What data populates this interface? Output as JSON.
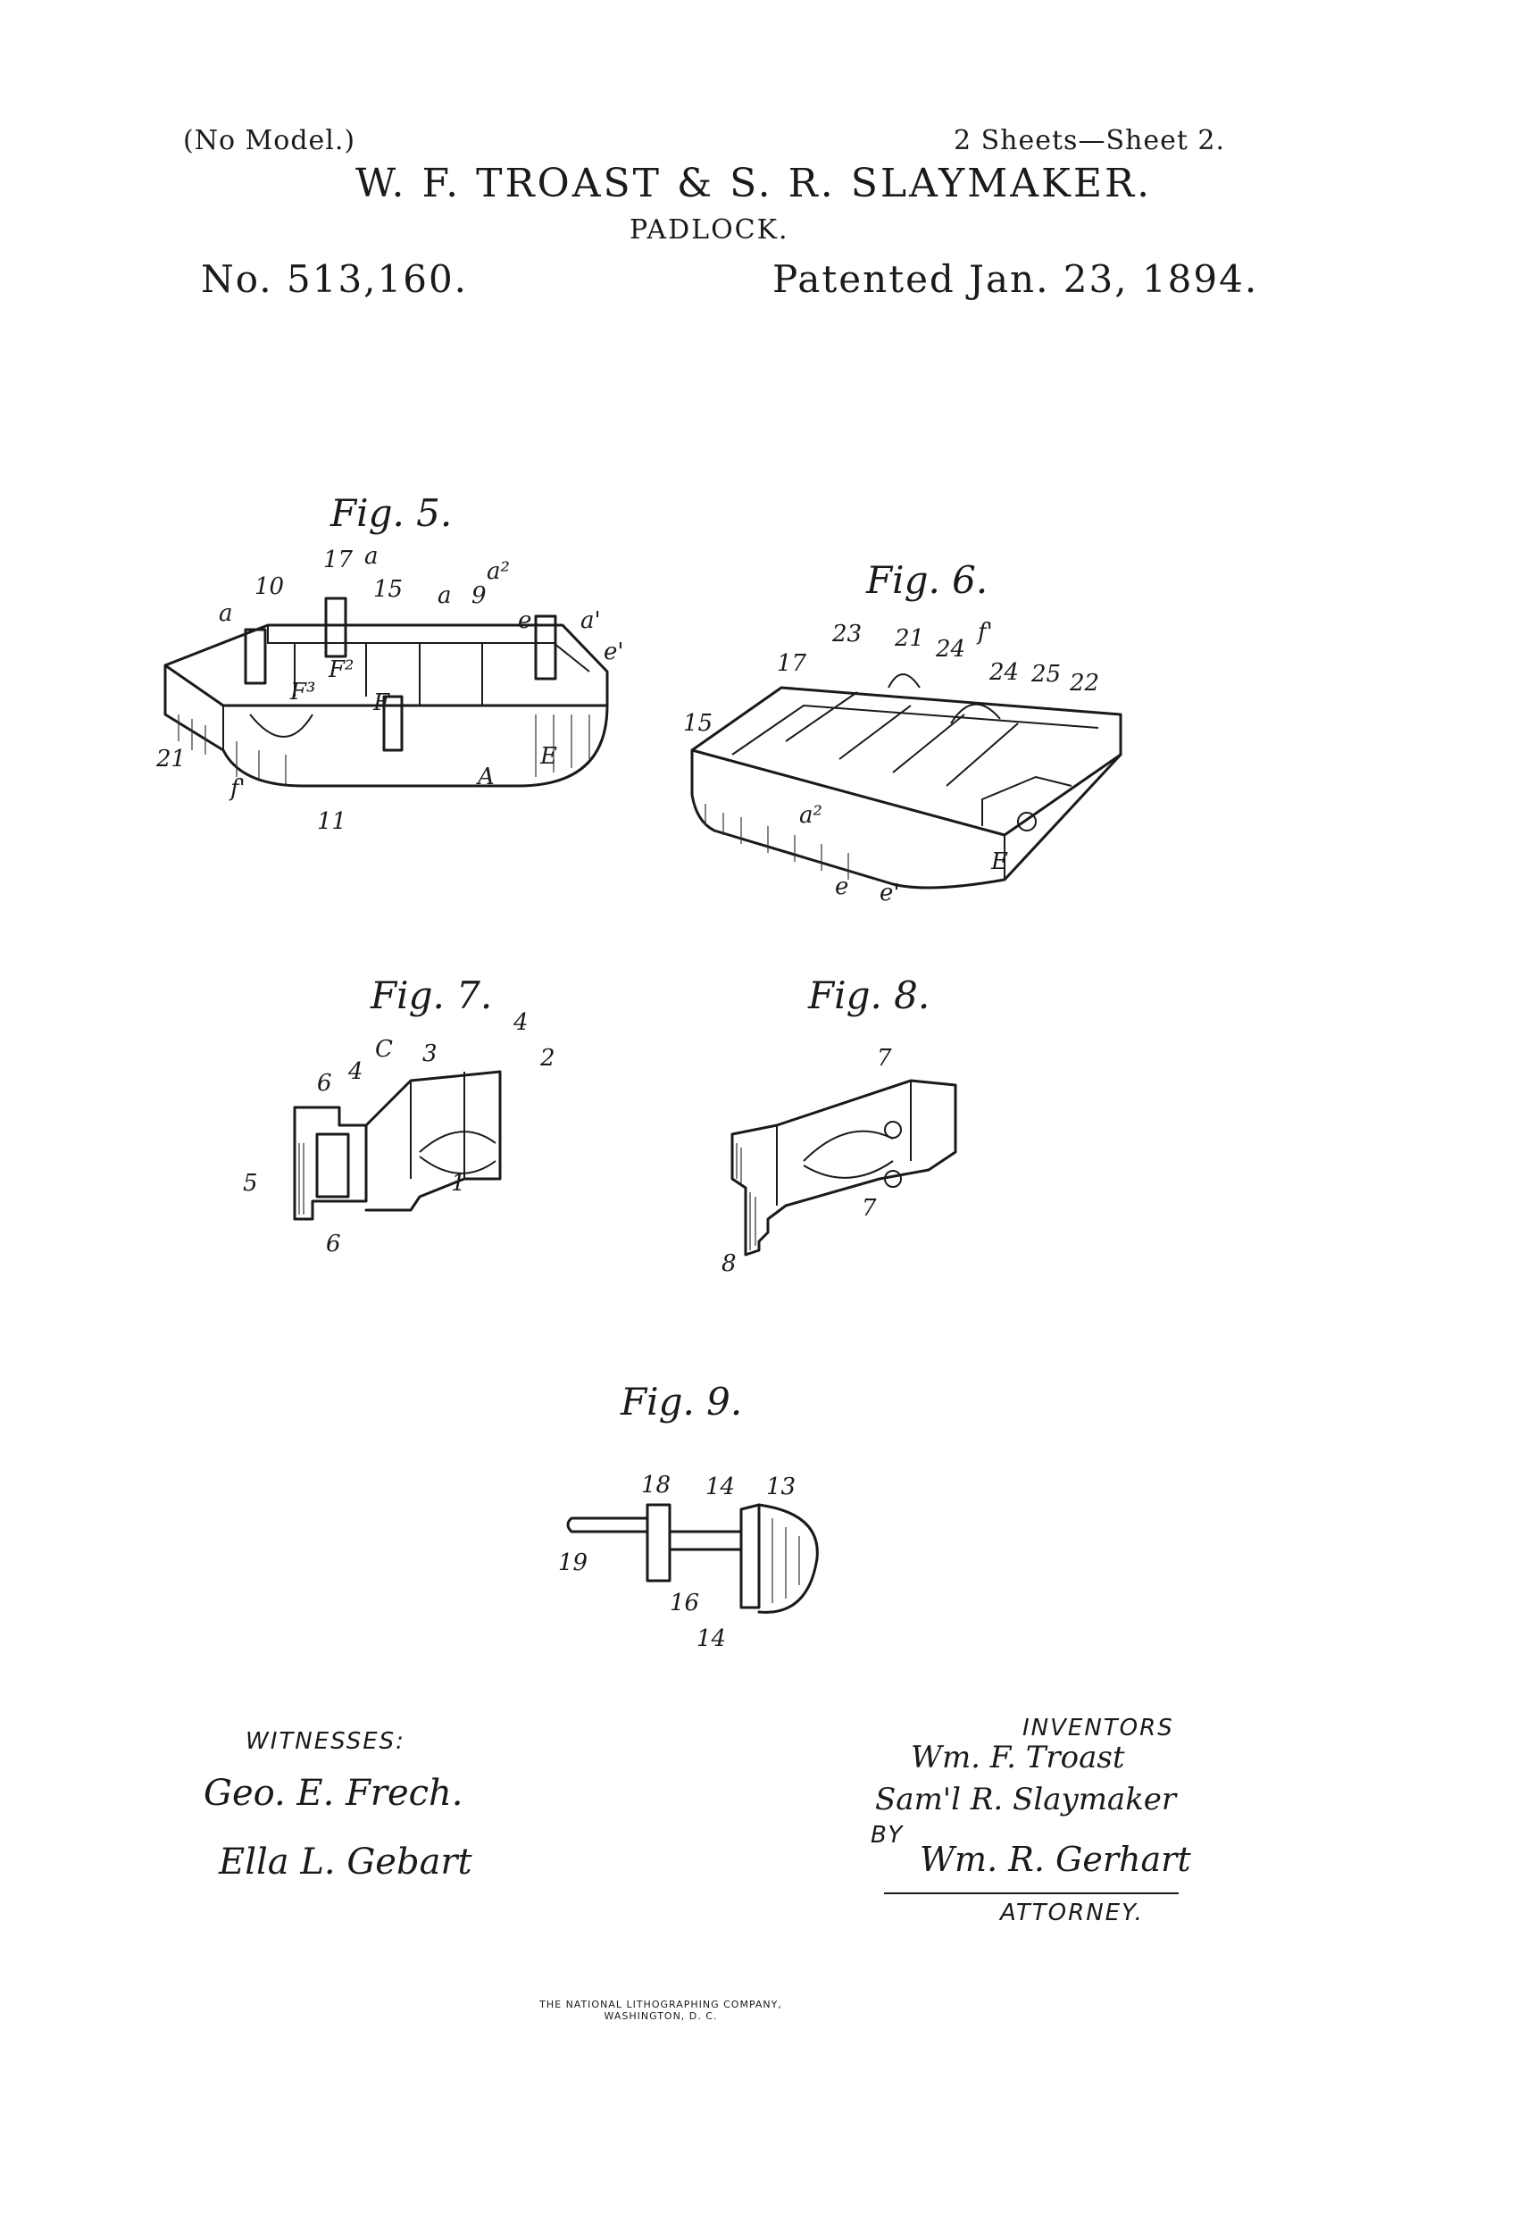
{
  "header": {
    "model_note": "(No Model.)",
    "sheet_note": "2 Sheets—Sheet 2.",
    "inventors_line": "W. F. TROAST & S. R. SLAYMAKER.",
    "title": "PADLOCK.",
    "patent_number": "No. 513,160.",
    "patent_date": "Patented Jan. 23, 1894."
  },
  "figures": {
    "fig5": {
      "label": "Fig. 5.",
      "refs": [
        "17",
        "a",
        "10",
        "15",
        "a",
        "9",
        "a²",
        "a",
        "e",
        "a'",
        "e'",
        "F³",
        "F",
        "F²",
        "21",
        "f'",
        "11",
        "A",
        "E"
      ]
    },
    "fig6": {
      "label": "Fig. 6.",
      "refs": [
        "23",
        "21",
        "24",
        "f'",
        "17",
        "24",
        "25",
        "22",
        "15",
        "a²",
        "E",
        "e",
        "e'"
      ]
    },
    "fig7": {
      "label": "Fig. 7.",
      "refs": [
        "4",
        "C",
        "3",
        "2",
        "6",
        "4",
        "5",
        "1",
        "6"
      ]
    },
    "fig8": {
      "label": "Fig. 8.",
      "refs": [
        "7",
        "7",
        "8"
      ]
    },
    "fig9": {
      "label": "Fig. 9.",
      "refs": [
        "18",
        "14",
        "13",
        "19",
        "16",
        "14"
      ]
    }
  },
  "witnesses": {
    "heading": "WITNESSES:",
    "names": [
      "Geo. E. Frech.",
      "Ella L. Gebart"
    ]
  },
  "inventors": {
    "heading": "INVENTORS",
    "names": [
      "Wm. F. Troast",
      "Sam'l R. Slaymaker"
    ],
    "by_label": "BY",
    "attorney_name": "Wm. R. Gerhart",
    "attorney_label": "ATTORNEY."
  },
  "printer": {
    "line1": "THE NATIONAL LITHOGRAPHING COMPANY,",
    "line2": "WASHINGTON, D. C."
  }
}
